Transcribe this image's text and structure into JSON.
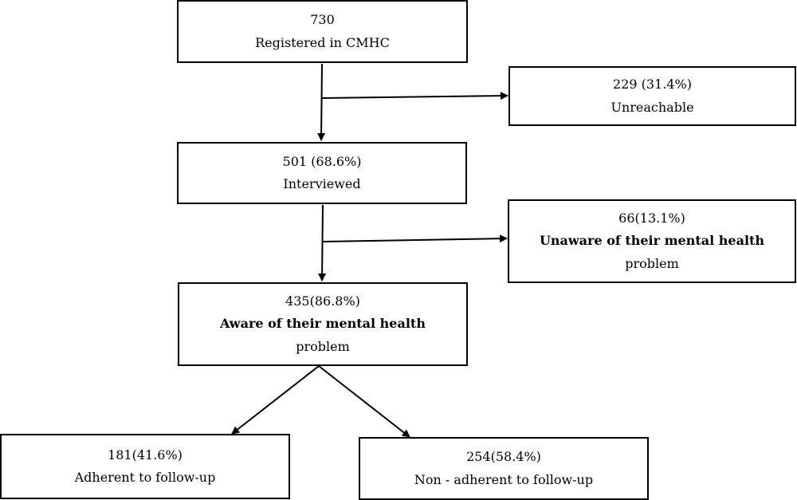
{
  "nodes": {
    "registered": {
      "count": "730",
      "label": "Registered in CMHC"
    },
    "unreachable": {
      "count": "229 (31.4%)",
      "label": "Unreachable"
    },
    "interviewed": {
      "count": "501 (68.6%)",
      "label": "Interviewed"
    },
    "unaware": {
      "count": "66(13.1%)",
      "label_line1": "Unaware of their mental health",
      "label_line2": "problem"
    },
    "aware": {
      "count": "435(86.8%)",
      "label_line1": "Aware of their mental health",
      "label_line2": "problem"
    },
    "adherent": {
      "count": "181(41.6%)",
      "label": "Adherent to follow-up"
    },
    "non_adherent": {
      "count": "254(58.4%)",
      "label": "Non - adherent to follow-up"
    }
  },
  "colors": {
    "stroke": "#000000",
    "background": "#ffffff"
  }
}
